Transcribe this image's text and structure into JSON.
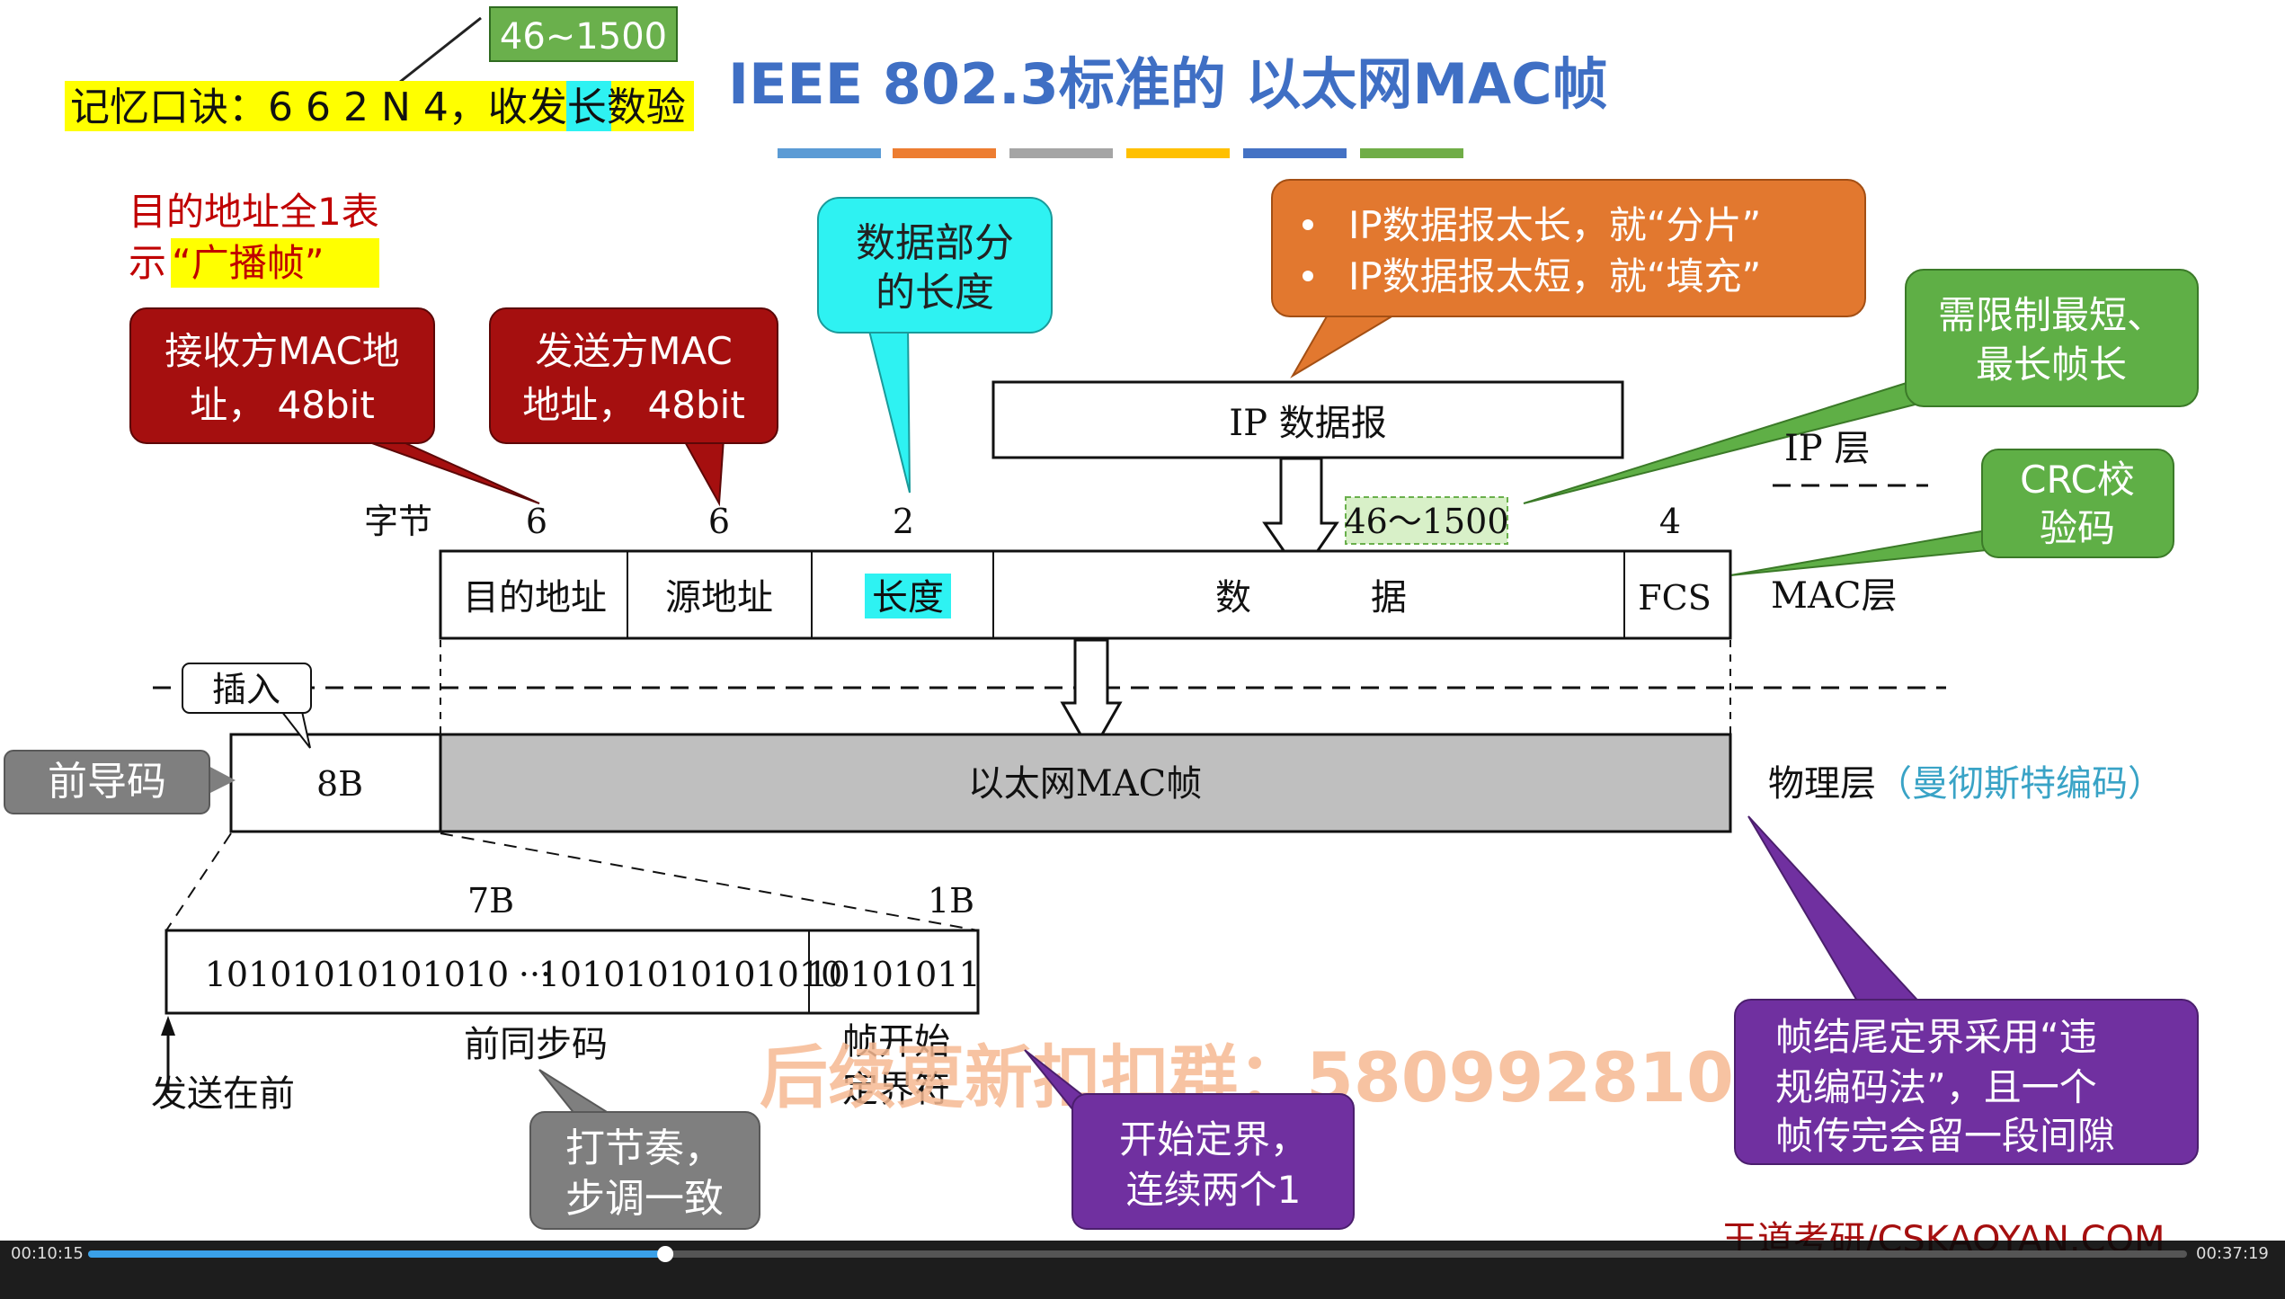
{
  "slide": {
    "title": "IEEE 802.3标准的 以太网MAC帧",
    "title_color": "#3f6fc4",
    "title_bar_colors": [
      "#5b9bd5",
      "#ed7d31",
      "#a5a5a5",
      "#ffc000",
      "#4472c4",
      "#70ad47"
    ],
    "mnemonic_range": "46~1500",
    "mnemonic_prefix": "记忆口诀：6 6 2 N 4，收发",
    "mnemonic_highlight": "长",
    "mnemonic_suffix": "数验",
    "broadcast_note_line1": "目的地址全1表",
    "broadcast_note_line2_prefix": "示",
    "broadcast_note_line2_highlight": "“广播帧”"
  },
  "callouts": {
    "receiver": [
      "接收方MAC地",
      "址， 48bit"
    ],
    "sender": [
      "发送方MAC",
      "地址， 48bit"
    ],
    "length": [
      "数据部分",
      "的长度"
    ],
    "fragment": [
      "IP数据报太长，就“分片”",
      "IP数据报太短，就“填充”"
    ],
    "limit": [
      "需限制最短、",
      "最长帧长"
    ],
    "crc": [
      "CRC校",
      "验码"
    ],
    "insert": "插入",
    "preamble": "前导码",
    "rhythm": [
      "打节奏，",
      "步调一致"
    ],
    "sfd_note": [
      "开始定界，",
      "连续两个1"
    ],
    "violation": [
      "帧结尾定界采用“违",
      "规编码法”，且一个",
      "帧传完会留一段间隙"
    ]
  },
  "diagram": {
    "ip_datagram": "IP 数据报",
    "ip_layer": "IP 层",
    "byte_label": "字节",
    "byte_counts": [
      "6",
      "6",
      "2",
      "46～1500",
      "4"
    ],
    "fields": [
      "目的地址",
      "源地址",
      "长度",
      "数",
      "据",
      "FCS"
    ],
    "mac_layer": "MAC层",
    "preamble_8b": "8B",
    "mac_frame": "以太网MAC帧",
    "physical_layer": "物理层",
    "physical_encoding": "（曼彻斯特编码）",
    "sync_size": "7B",
    "sfd_size": "1B",
    "bits_part1": "10101010101010",
    "bits_ellipsis": "···",
    "bits_part2": "10101010101010",
    "bits_sfd": "10101011",
    "sync_label": "前同步码",
    "sfd_label": [
      "帧开始",
      "定界符"
    ],
    "send_first": "发送在前"
  },
  "watermark": {
    "text": "后续更新扣扣群：580992810",
    "color": "#f6b892"
  },
  "footer": {
    "brand": "王道考研/CSKAOYAN.COM",
    "time_current": "00:10:15",
    "time_total": "00:37:19",
    "progress": 0.275
  },
  "colors": {
    "dark_red": "#a50f0f",
    "cyan": "#2ef2f2",
    "orange": "#e2782f",
    "green": "#5faf46",
    "gray": "#7f7f7f",
    "purple": "#7030a0",
    "yellow": "#ffff00",
    "green_box": "#6ab04c",
    "light_green": "#d8f0c8"
  }
}
